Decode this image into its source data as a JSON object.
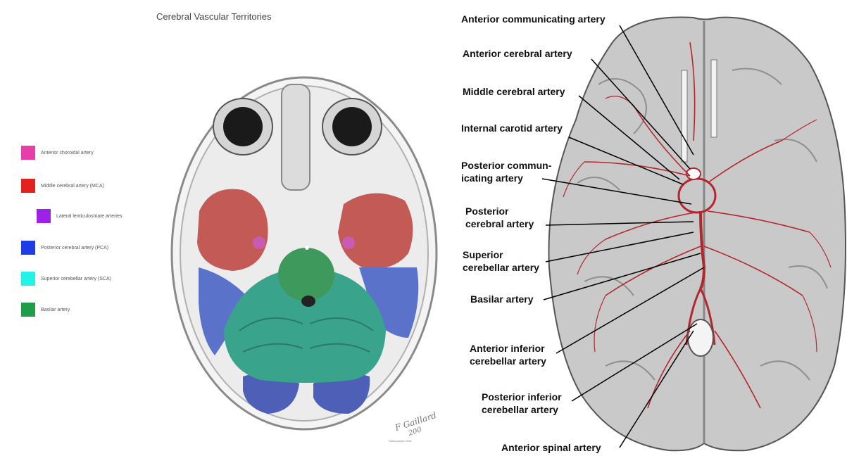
{
  "left_panel": {
    "title": "Cerebral Vascular Territories",
    "legend": [
      {
        "label": "Anterior choroidal artery",
        "color": "#e63fa8"
      },
      {
        "label": "Middle cerebral artery (MCA)",
        "color": "#e3221f"
      },
      {
        "label": "Lateral lenticulostriate arteries",
        "color": "#9b22e6"
      },
      {
        "label": "Posterior cerebral artery (PCA)",
        "color": "#1f3ce6"
      },
      {
        "label": "Superior cerebellar artery (SCA)",
        "color": "#22f2e8"
      },
      {
        "label": "Basilar artery",
        "color": "#1f9e4a"
      }
    ],
    "signature": "F Gaillard",
    "signature_year": "200",
    "signature_note": "Radiopaedia 2008"
  },
  "right_panel": {
    "labels": [
      {
        "lines": [
          "Anterior communicating artery"
        ]
      },
      {
        "lines": [
          "Anterior cerebral artery"
        ]
      },
      {
        "lines": [
          "Middle cerebral artery"
        ]
      },
      {
        "lines": [
          "Internal carotid artery"
        ]
      },
      {
        "lines": [
          "Posterior commun-",
          "icating artery"
        ]
      },
      {
        "lines": [
          "Posterior",
          "cerebral artery"
        ]
      },
      {
        "lines": [
          "Superior",
          "cerebellar artery"
        ]
      },
      {
        "lines": [
          "Basilar artery"
        ]
      },
      {
        "lines": [
          "Anterior inferior",
          "cerebellar artery"
        ]
      },
      {
        "lines": [
          "Posterior inferior",
          "cerebellar artery"
        ]
      },
      {
        "lines": [
          "Anterior spinal artery"
        ]
      }
    ],
    "artery_color": "#b3262e",
    "brain_color": "#c9c9c9"
  }
}
